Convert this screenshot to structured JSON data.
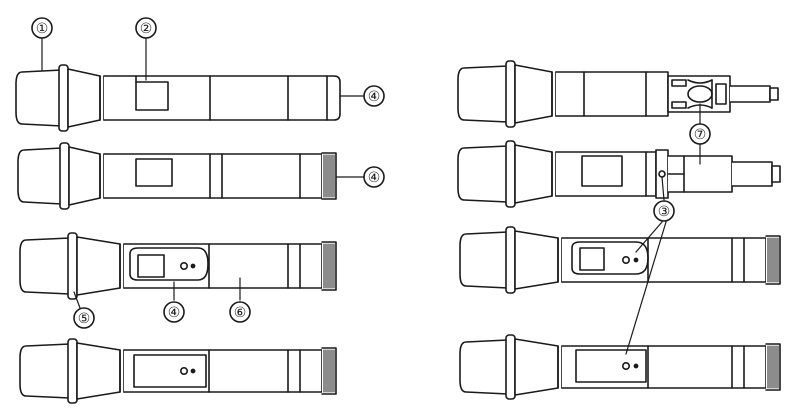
{
  "callouts": [
    {
      "id": "c1",
      "label": "①"
    },
    {
      "id": "c2",
      "label": "②"
    },
    {
      "id": "c3",
      "label": "④"
    },
    {
      "id": "c4",
      "label": "④"
    },
    {
      "id": "c5",
      "label": "⑤"
    },
    {
      "id": "c6",
      "label": "④"
    },
    {
      "id": "c7",
      "label": "⑥"
    },
    {
      "id": "c8",
      "label": "⑦"
    },
    {
      "id": "c9",
      "label": "③"
    }
  ],
  "colors": {
    "line": "#1a1a1a",
    "fill": "#ffffff"
  }
}
